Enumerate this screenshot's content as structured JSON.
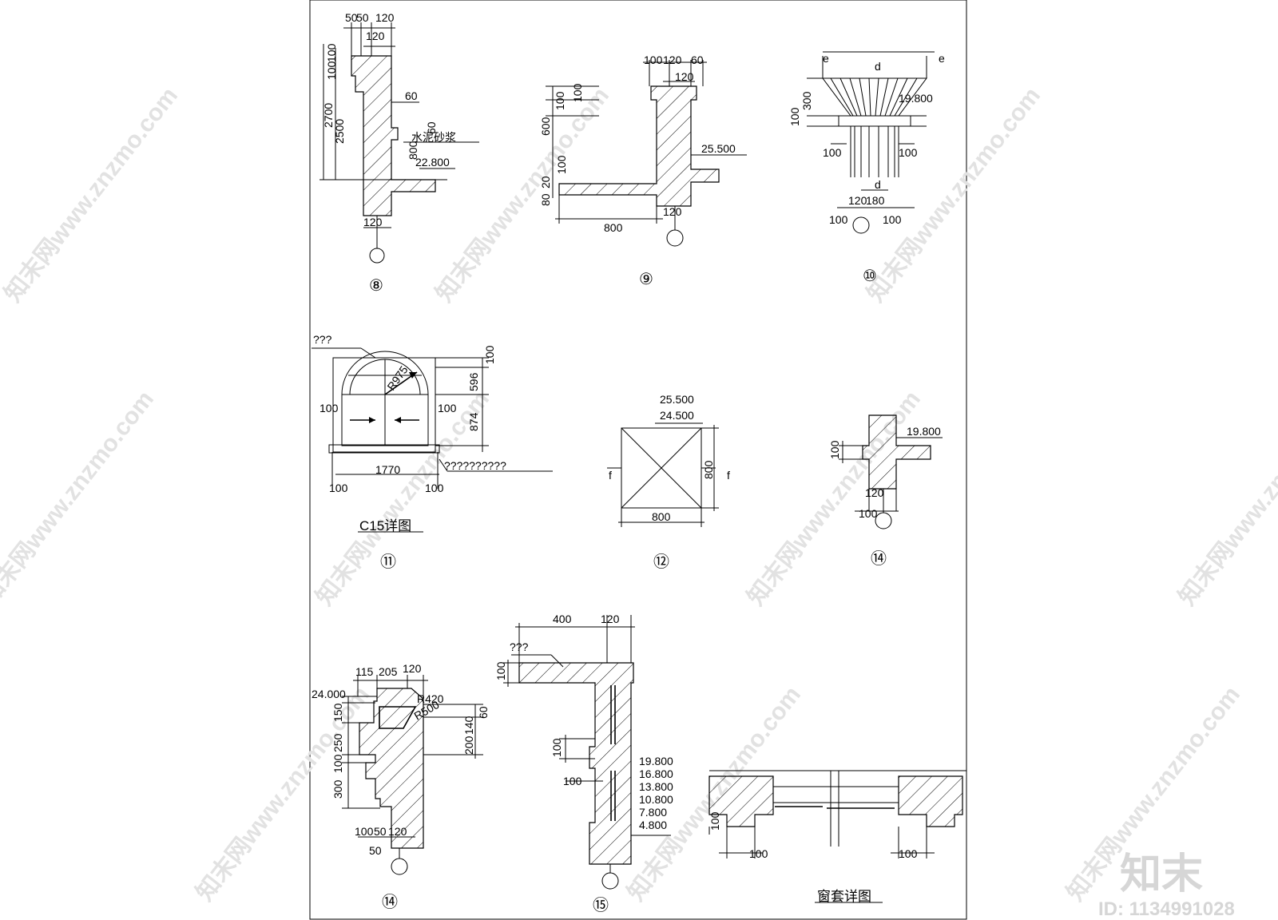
{
  "watermark": {
    "site": "知末网www.znzmo.com",
    "brand": "知末",
    "id_text": "ID: 1134991028"
  },
  "details": {
    "d8": {
      "marker": "⑧",
      "dims": [
        "50",
        "50",
        "120",
        "120",
        "100",
        "100",
        "2700",
        "2500",
        "60",
        "60",
        "800"
      ],
      "elev": "22.800",
      "note": "水泥砂浆"
    },
    "d9": {
      "marker": "⑨",
      "dims": [
        "100",
        "120",
        "60",
        "120",
        "100",
        "100",
        "600",
        "100",
        "20",
        "80",
        "800",
        "120"
      ],
      "elev": "25.500"
    },
    "d10": {
      "marker": "⑩",
      "dims": [
        "300",
        "100",
        "100",
        "100",
        "120",
        "180",
        "100",
        "100"
      ],
      "elev": "19.800",
      "sec": [
        "e",
        "e",
        "d",
        "d"
      ]
    },
    "d11": {
      "marker": "⑪",
      "title": "C15详图",
      "dims": [
        "100",
        "596",
        "874",
        "100",
        "100",
        "1770",
        "100",
        "100"
      ],
      "radius": "R975",
      "note1": "???",
      "note2": "??????????"
    },
    "d12": {
      "marker": "⑫",
      "elev1": "25.500",
      "elev2": "24.500",
      "dims": [
        "800",
        "800"
      ],
      "sec": [
        "f",
        "f"
      ]
    },
    "d14a": {
      "marker": "⑭",
      "elev": "19.800",
      "dims": [
        "100",
        "120",
        "100"
      ]
    },
    "d14b": {
      "marker": "⑭",
      "elev": "24.000",
      "dims": [
        "115",
        "205",
        "120",
        "150",
        "250",
        "100",
        "300",
        "60",
        "140",
        "200",
        "100",
        "50",
        "120",
        "50"
      ],
      "r1": "R420",
      "r2": "R500"
    },
    "d15": {
      "marker": "⑮",
      "dims": [
        "400",
        "120",
        "100",
        "100",
        "100"
      ],
      "note": "???",
      "elevs": [
        "19.800",
        "16.800",
        "13.800",
        "10.800",
        "7.800",
        "4.800"
      ]
    },
    "win": {
      "title": "窗套详图",
      "dims": [
        "100",
        "100",
        "100"
      ]
    }
  }
}
